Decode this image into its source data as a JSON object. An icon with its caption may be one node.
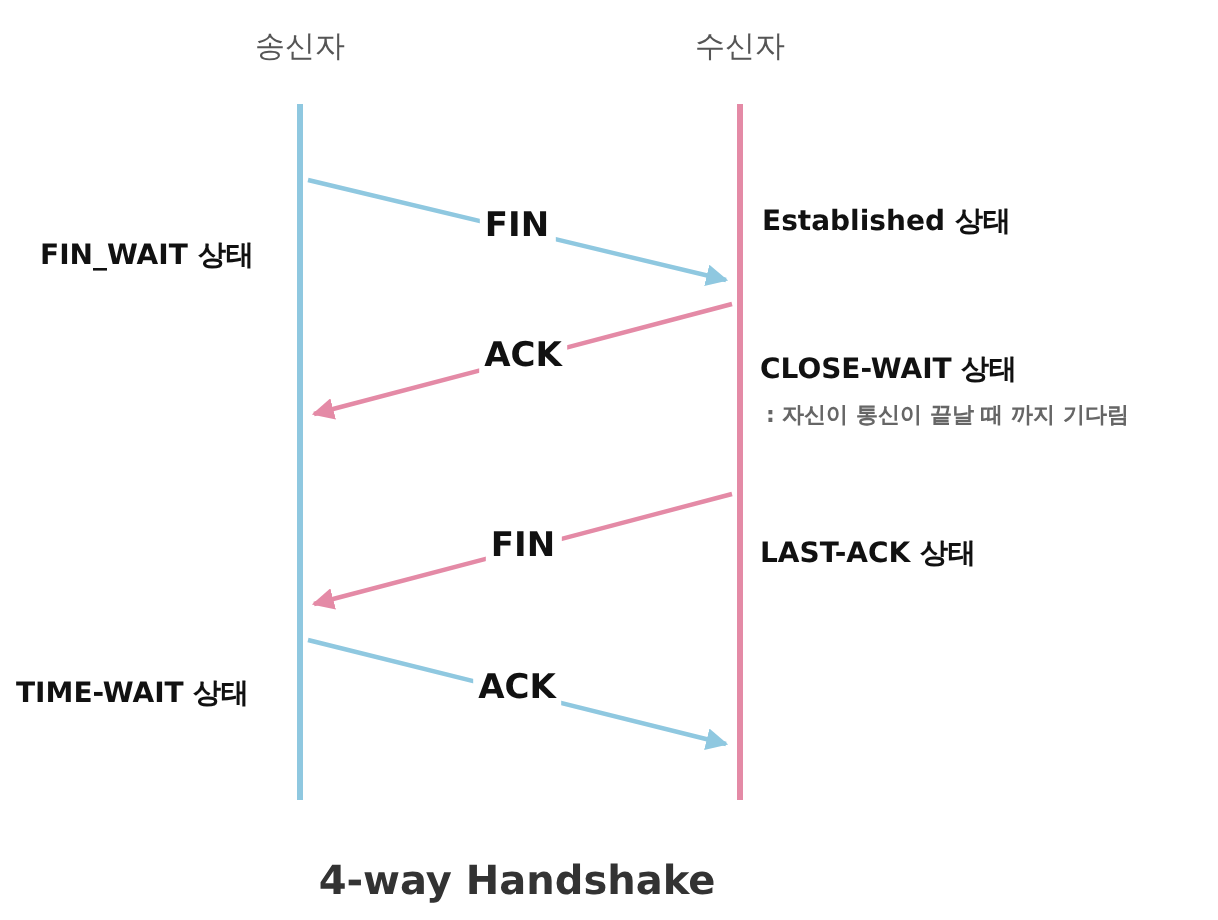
{
  "diagram": {
    "caption": "4-way Handshake",
    "nodes": [
      {
        "text": [
          "송신자"
        ]
      },
      {
        "text": [
          "수신자"
        ]
      }
    ],
    "edges": [
      {
        "from": 0,
        "to": 1,
        "arrow": "to",
        "label": "FIN",
        "color": "#8fc8e0"
      },
      {
        "from": 1,
        "to": 0,
        "arrow": "to",
        "label": "ACK",
        "color": "#e48aa6"
      },
      {
        "from": 1,
        "to": 0,
        "arrow": "to",
        "label": "FIN",
        "color": "#e48aa6"
      },
      {
        "from": 0,
        "to": 1,
        "arrow": "to",
        "label": "ACK",
        "color": "#8fc8e0"
      }
    ],
    "labels": [
      "Established 상태",
      "FIN_WAIT 상태",
      "CLOSE-WAIT 상태",
      ": 자신이 통신이 끝날 때 까지 기다림",
      "LAST-ACK 상태",
      "TIME-WAIT 상태"
    ]
  }
}
